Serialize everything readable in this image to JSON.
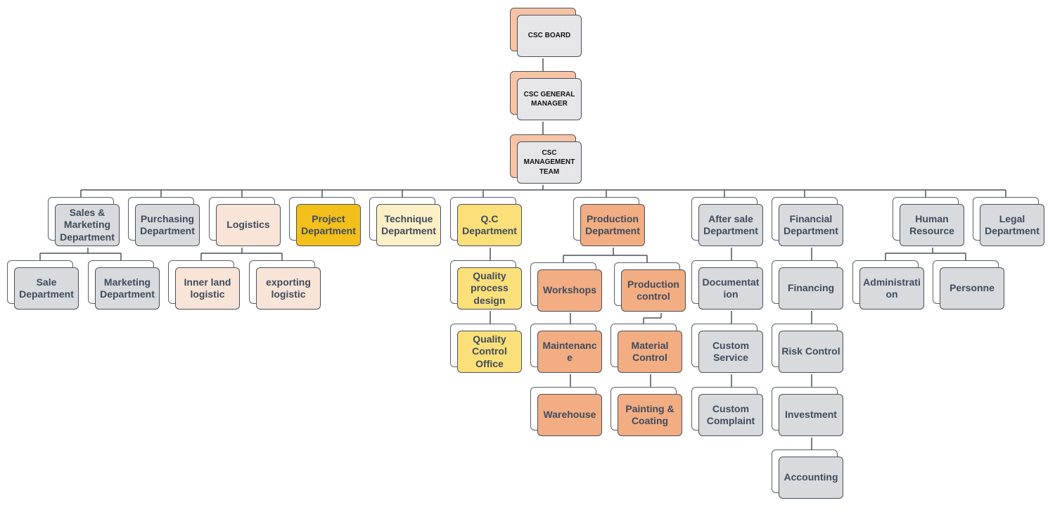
{
  "nodes": [
    {
      "key": "board",
      "label": "CSC BOARD"
    },
    {
      "key": "gm",
      "label": "CSC GENERAL\nMANAGER"
    },
    {
      "key": "mgmt",
      "label": "CSC\nMANAGEMENT\nTEAM"
    },
    {
      "key": "sales_marketing",
      "label": "Sales &\nMarketing\nDepartment"
    },
    {
      "key": "purchasing",
      "label": "Purchasing\nDepartment"
    },
    {
      "key": "logistics",
      "label": "Logistics"
    },
    {
      "key": "project",
      "label": "Project\nDepartment"
    },
    {
      "key": "technique",
      "label": "Technique\nDepartment"
    },
    {
      "key": "qc",
      "label": "Q.C\nDepartment"
    },
    {
      "key": "production",
      "label": "Production\nDepartment"
    },
    {
      "key": "after_sale",
      "label": "After sale\nDepartment"
    },
    {
      "key": "financial",
      "label": "Financial\nDepartment"
    },
    {
      "key": "human_resource",
      "label": "Human\nResource"
    },
    {
      "key": "legal",
      "label": "Legal\nDepartment"
    },
    {
      "key": "sale",
      "label": "Sale\nDepartment"
    },
    {
      "key": "marketing",
      "label": "Marketing\nDepartment"
    },
    {
      "key": "inner_land",
      "label": "Inner land\nlogistic"
    },
    {
      "key": "exporting",
      "label": "exporting\nlogistic"
    },
    {
      "key": "quality_process",
      "label": "Quality\nprocess\ndesign"
    },
    {
      "key": "quality_control",
      "label": "Quality\nControl\nOffice"
    },
    {
      "key": "workshops",
      "label": "Workshops"
    },
    {
      "key": "production_control",
      "label": "Production\ncontrol"
    },
    {
      "key": "maintenance",
      "label": "Maintenanc\ne"
    },
    {
      "key": "material_control",
      "label": "Material\nControl"
    },
    {
      "key": "warehouse",
      "label": "Warehouse"
    },
    {
      "key": "painting",
      "label": "Painting &\nCoating"
    },
    {
      "key": "documentation",
      "label": "Documentat\nion"
    },
    {
      "key": "custom_service",
      "label": "Custom\nService"
    },
    {
      "key": "custom_complaint",
      "label": "Custom\nComplaint"
    },
    {
      "key": "financing",
      "label": "Financing"
    },
    {
      "key": "risk_control",
      "label": "Risk Control"
    },
    {
      "key": "investment",
      "label": "Investment"
    },
    {
      "key": "accounting",
      "label": "Accounting"
    },
    {
      "key": "administration",
      "label": "Administrati\non"
    },
    {
      "key": "personne",
      "label": "Personne"
    }
  ],
  "colors": {
    "exec": "#e6e6e8",
    "grey": "#d8dadd",
    "peach": "#f9e4d8",
    "gold": "#f2bf1b",
    "cream": "#fdefc6",
    "yellow": "#fbe07a",
    "orange": "#f2ad83",
    "line": "#4a505a"
  }
}
